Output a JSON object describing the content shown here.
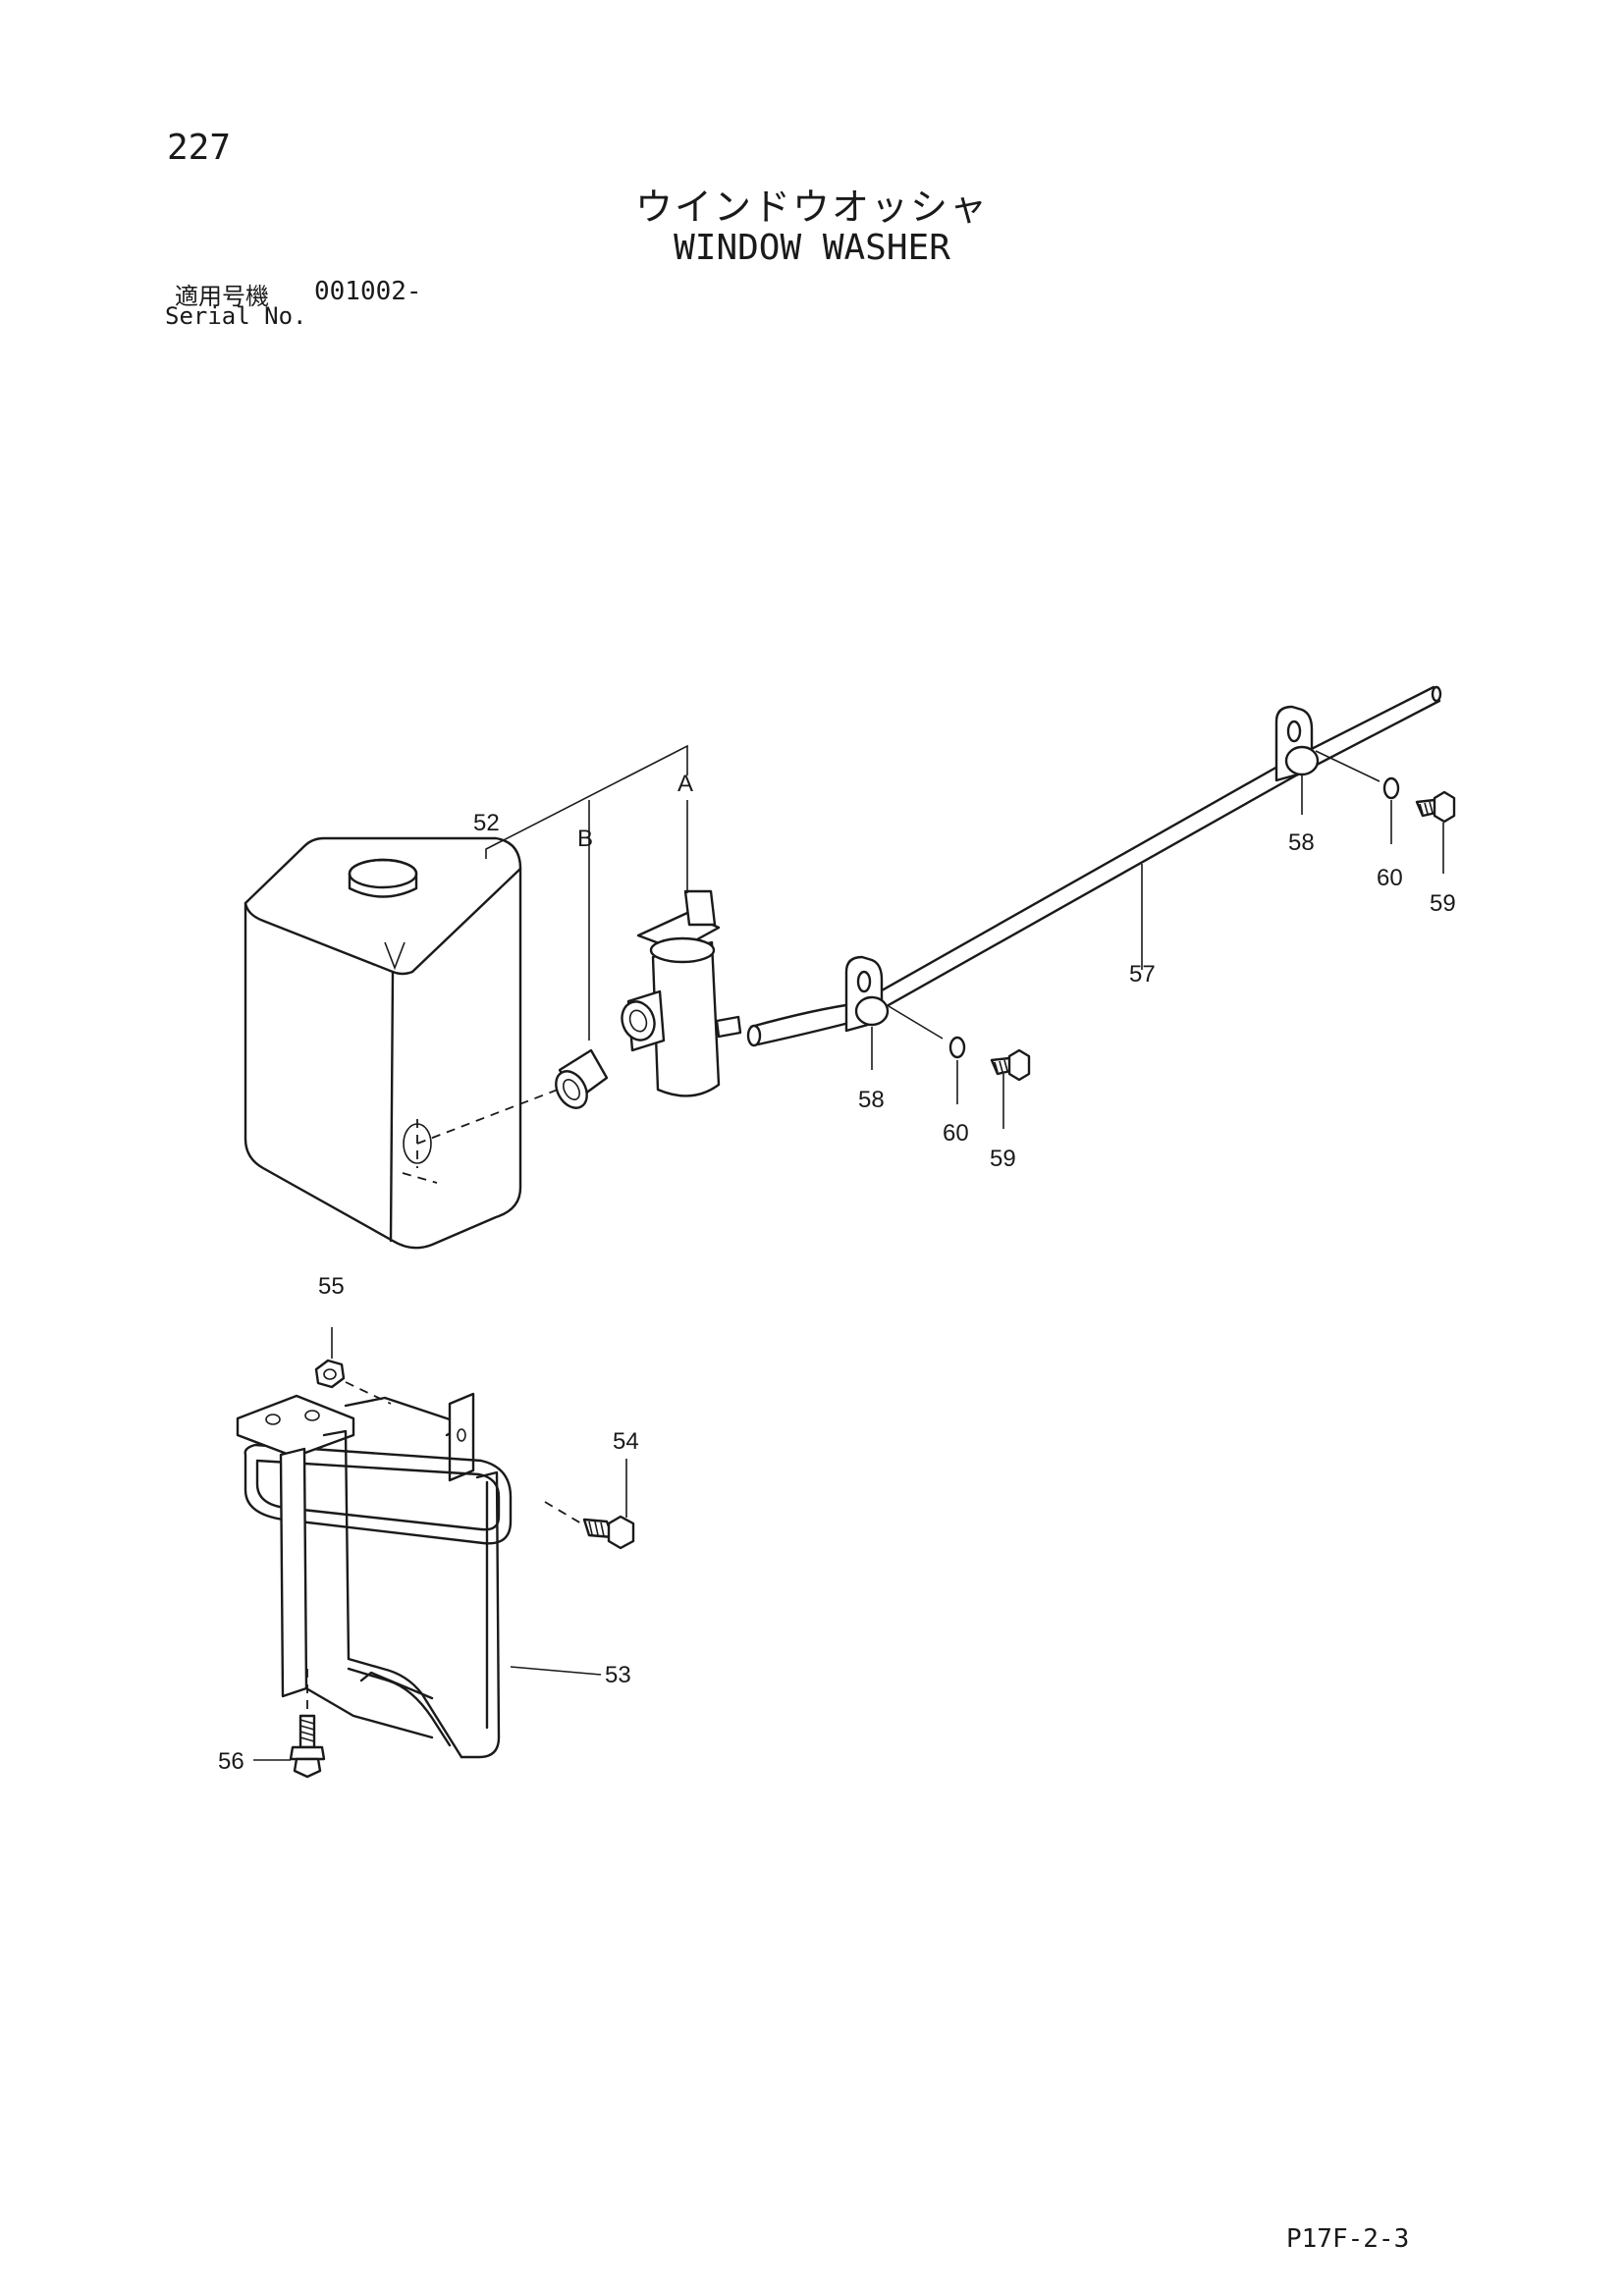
{
  "header": {
    "page_number": "227",
    "title_jp": "ウインドウオッシャ",
    "title_en": "WINDOW WASHER",
    "serial_label_jp": "適用号機",
    "serial_value": "001002-",
    "serial_label_en": "Serial No."
  },
  "footer": {
    "page_code": "P17F-2-3"
  },
  "callouts": {
    "c52": "52",
    "b": "B",
    "a": "A",
    "c58_upper": "58",
    "c60_upper": "60",
    "c59_upper": "59",
    "c57": "57",
    "c58_lower": "58",
    "c60_lower": "60",
    "c59_lower": "59",
    "c55": "55",
    "c54": "54",
    "c53": "53",
    "c56": "56"
  }
}
